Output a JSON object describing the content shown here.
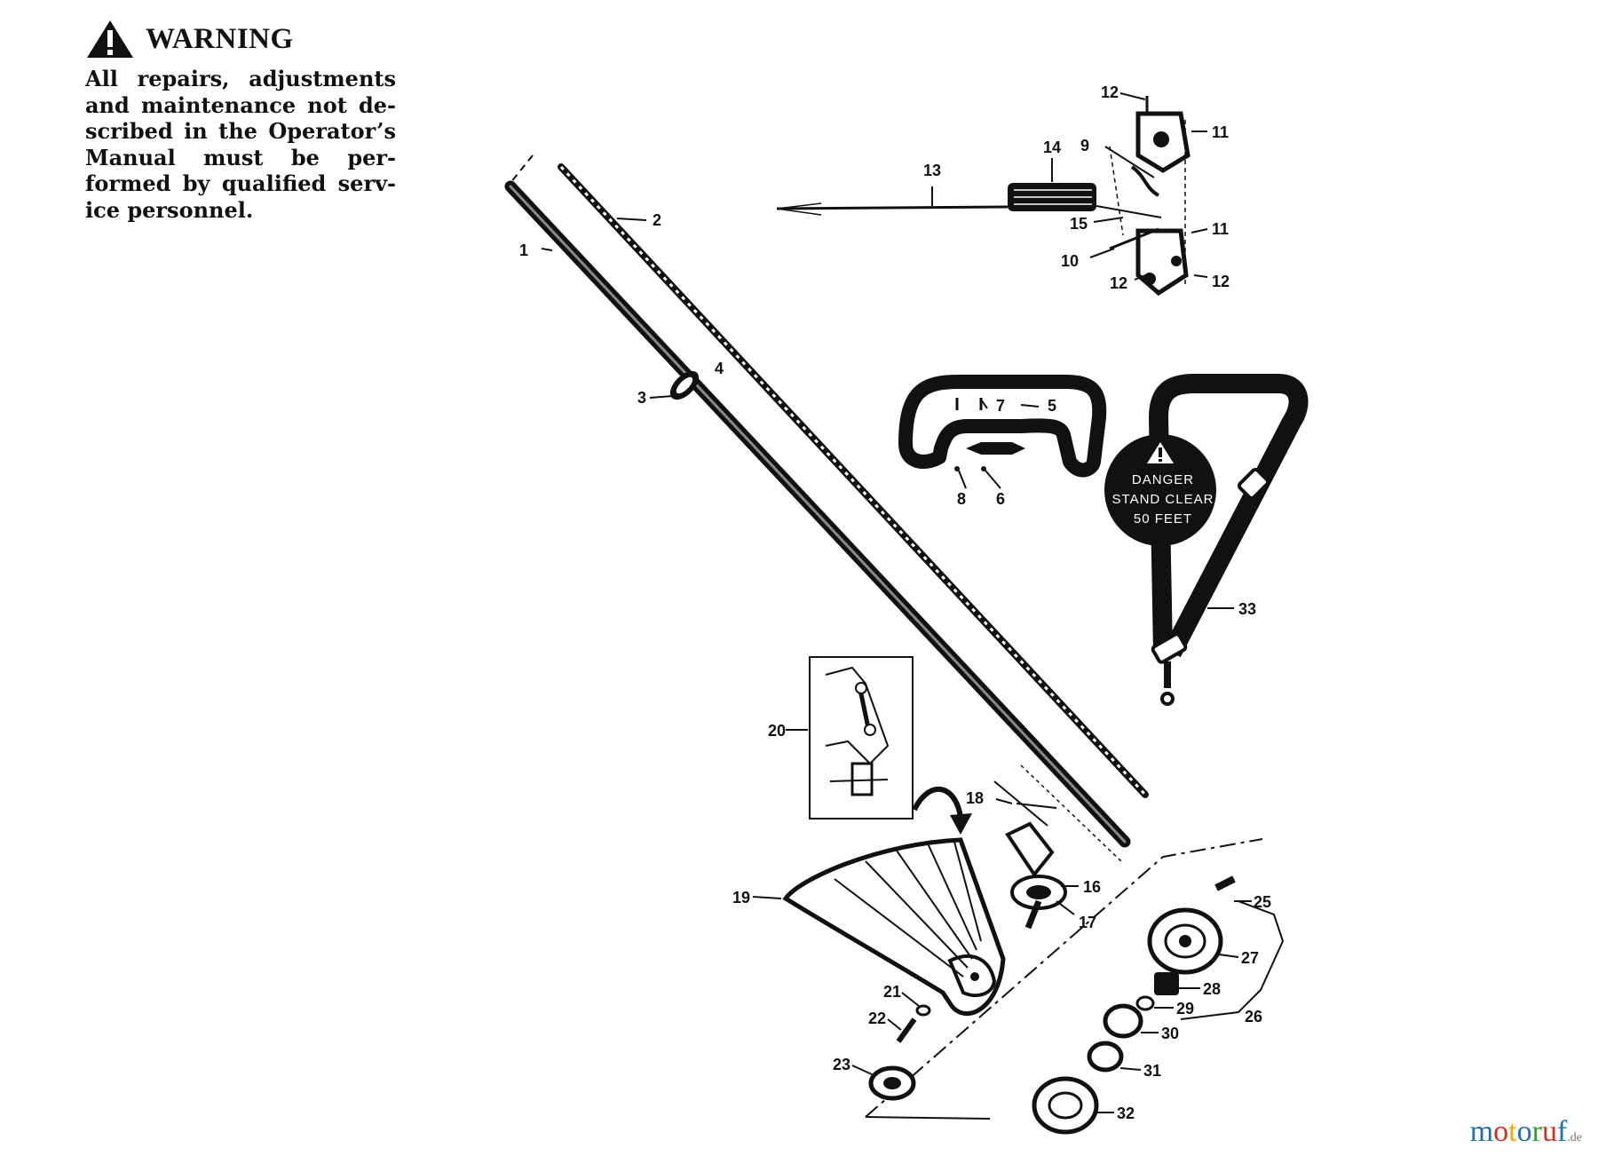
{
  "warning": {
    "title": "WARNING",
    "lines": [
      "All repairs, adjustments",
      "and maintenance not de-",
      "scribed in the Operator’s",
      "Manual must be per-",
      "formed by qualified serv-",
      "ice personnel."
    ]
  },
  "sign": {
    "lines": [
      "DANGER",
      "STAND CLEAR",
      "50 FEET"
    ]
  },
  "labels": {
    "l1": "1",
    "l2": "2",
    "l3": "3",
    "l4": "4",
    "l5": "5",
    "l6": "6",
    "l7": "7",
    "l8": "8",
    "l9": "9",
    "l10": "10",
    "l11a": "11",
    "l11b": "11",
    "l12a": "12",
    "l12b": "12",
    "l12c": "12",
    "l13": "13",
    "l14": "14",
    "l15": "15",
    "l16": "16",
    "l17": "17",
    "l18": "18",
    "l19": "19",
    "l20": "20",
    "l21": "21",
    "l22": "22",
    "l23": "23",
    "l25": "25",
    "l26": "26",
    "l27": "27",
    "l28": "28",
    "l29": "29",
    "l30": "30",
    "l31": "31",
    "l32": "32",
    "l33": "33"
  },
  "brand": {
    "letters": [
      "m",
      "o",
      "t",
      "o",
      "r",
      "u",
      "f"
    ],
    "colors": [
      "#1f6fb2",
      "#d62d20",
      "#f2a900",
      "#1f6fb2",
      "#3a9a3a",
      "#d62d20",
      "#1f6fb2"
    ],
    "tld": ".de"
  }
}
